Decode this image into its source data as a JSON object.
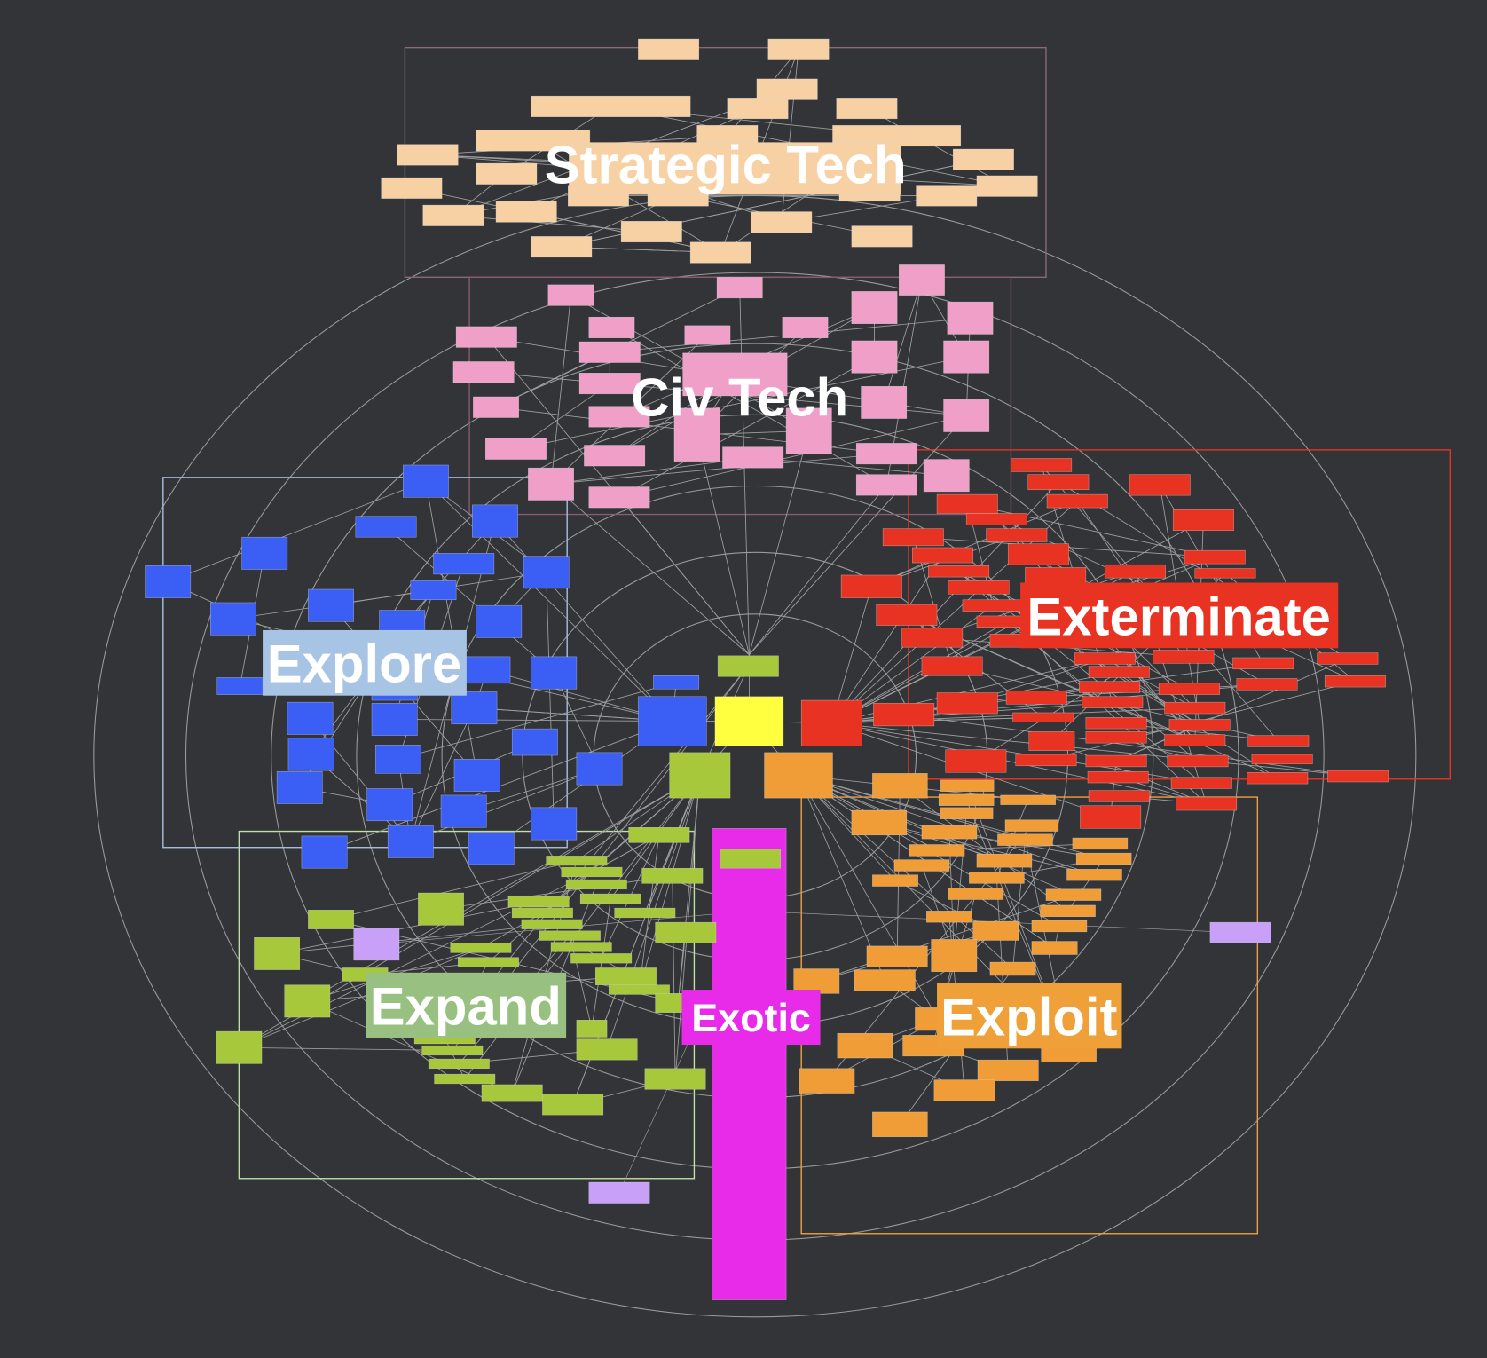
{
  "background": "#323438",
  "ring_color": "#9a9a9a",
  "edge_color": "#a0a0a0",
  "groups": {
    "strategic": {
      "label": "Strategic Tech",
      "color": "#f7d0a4",
      "frame": "#8a6a72"
    },
    "civ": {
      "label": "Civ Tech",
      "color": "#f0a0c8",
      "frame": "#8a5a72"
    },
    "explore": {
      "label": "Explore",
      "color": "#3b5ff5",
      "frame": "#a8c0e0",
      "label_bg": "#a8c4e4"
    },
    "exterminate": {
      "label": "Exterminate",
      "color": "#e83323",
      "frame": "#e83323",
      "label_bg": "#e83323"
    },
    "expand": {
      "label": "Expand",
      "color": "#a6c83a",
      "frame": "#c0e0a8",
      "label_bg": "#98c080"
    },
    "exploit": {
      "label": "Exploit",
      "color": "#f09d38",
      "frame": "#f0a040",
      "label_bg": "#f0a038"
    },
    "exotic": {
      "label": "Exotic",
      "color": "#e82be8",
      "label_bg": "#e82be8"
    },
    "root": {
      "color": "#ffff40"
    },
    "special": {
      "color": "#c8a0f8"
    }
  }
}
